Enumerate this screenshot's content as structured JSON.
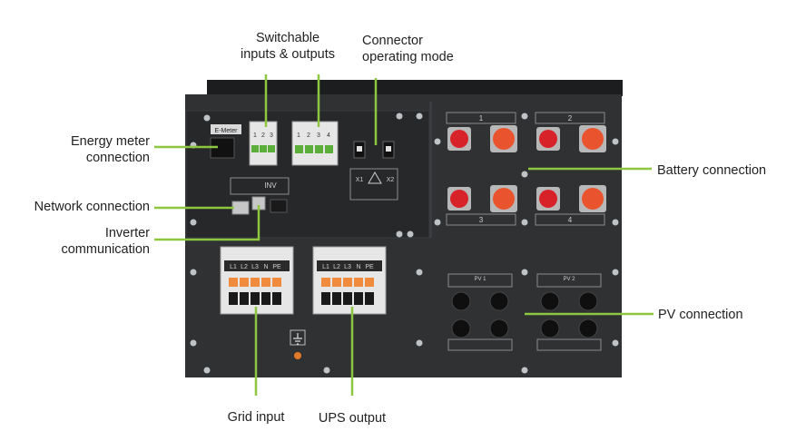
{
  "accent_color": "#8dc63f",
  "panel_color": "#2f3133",
  "callouts": {
    "switchable": [
      "Switchable",
      "inputs & outputs"
    ],
    "connector_mode": [
      "Connector",
      "operating mode"
    ],
    "energy_meter": [
      "Energy meter",
      "connection"
    ],
    "network": [
      "Network connection"
    ],
    "inverter": [
      "Inverter",
      "communication"
    ],
    "battery": [
      "Battery connection"
    ],
    "pv": [
      "PV connection"
    ],
    "grid": [
      "Grid input"
    ],
    "ups": [
      "UPS output"
    ]
  },
  "device": {
    "emeter_label": "E-Meter",
    "inv_label": "INV",
    "x1_label": "X1",
    "x2_label": "X2",
    "terminal_labels": [
      "L1",
      "L2",
      "L3",
      "N",
      "PE"
    ],
    "switch_numbers_a": [
      "1",
      "2",
      "3"
    ],
    "switch_numbers_b": [
      "1",
      "2",
      "3",
      "4"
    ],
    "battery_groups": [
      "1",
      "2",
      "3",
      "4"
    ],
    "pv_labels": [
      "PV 1",
      "PV 2"
    ]
  }
}
